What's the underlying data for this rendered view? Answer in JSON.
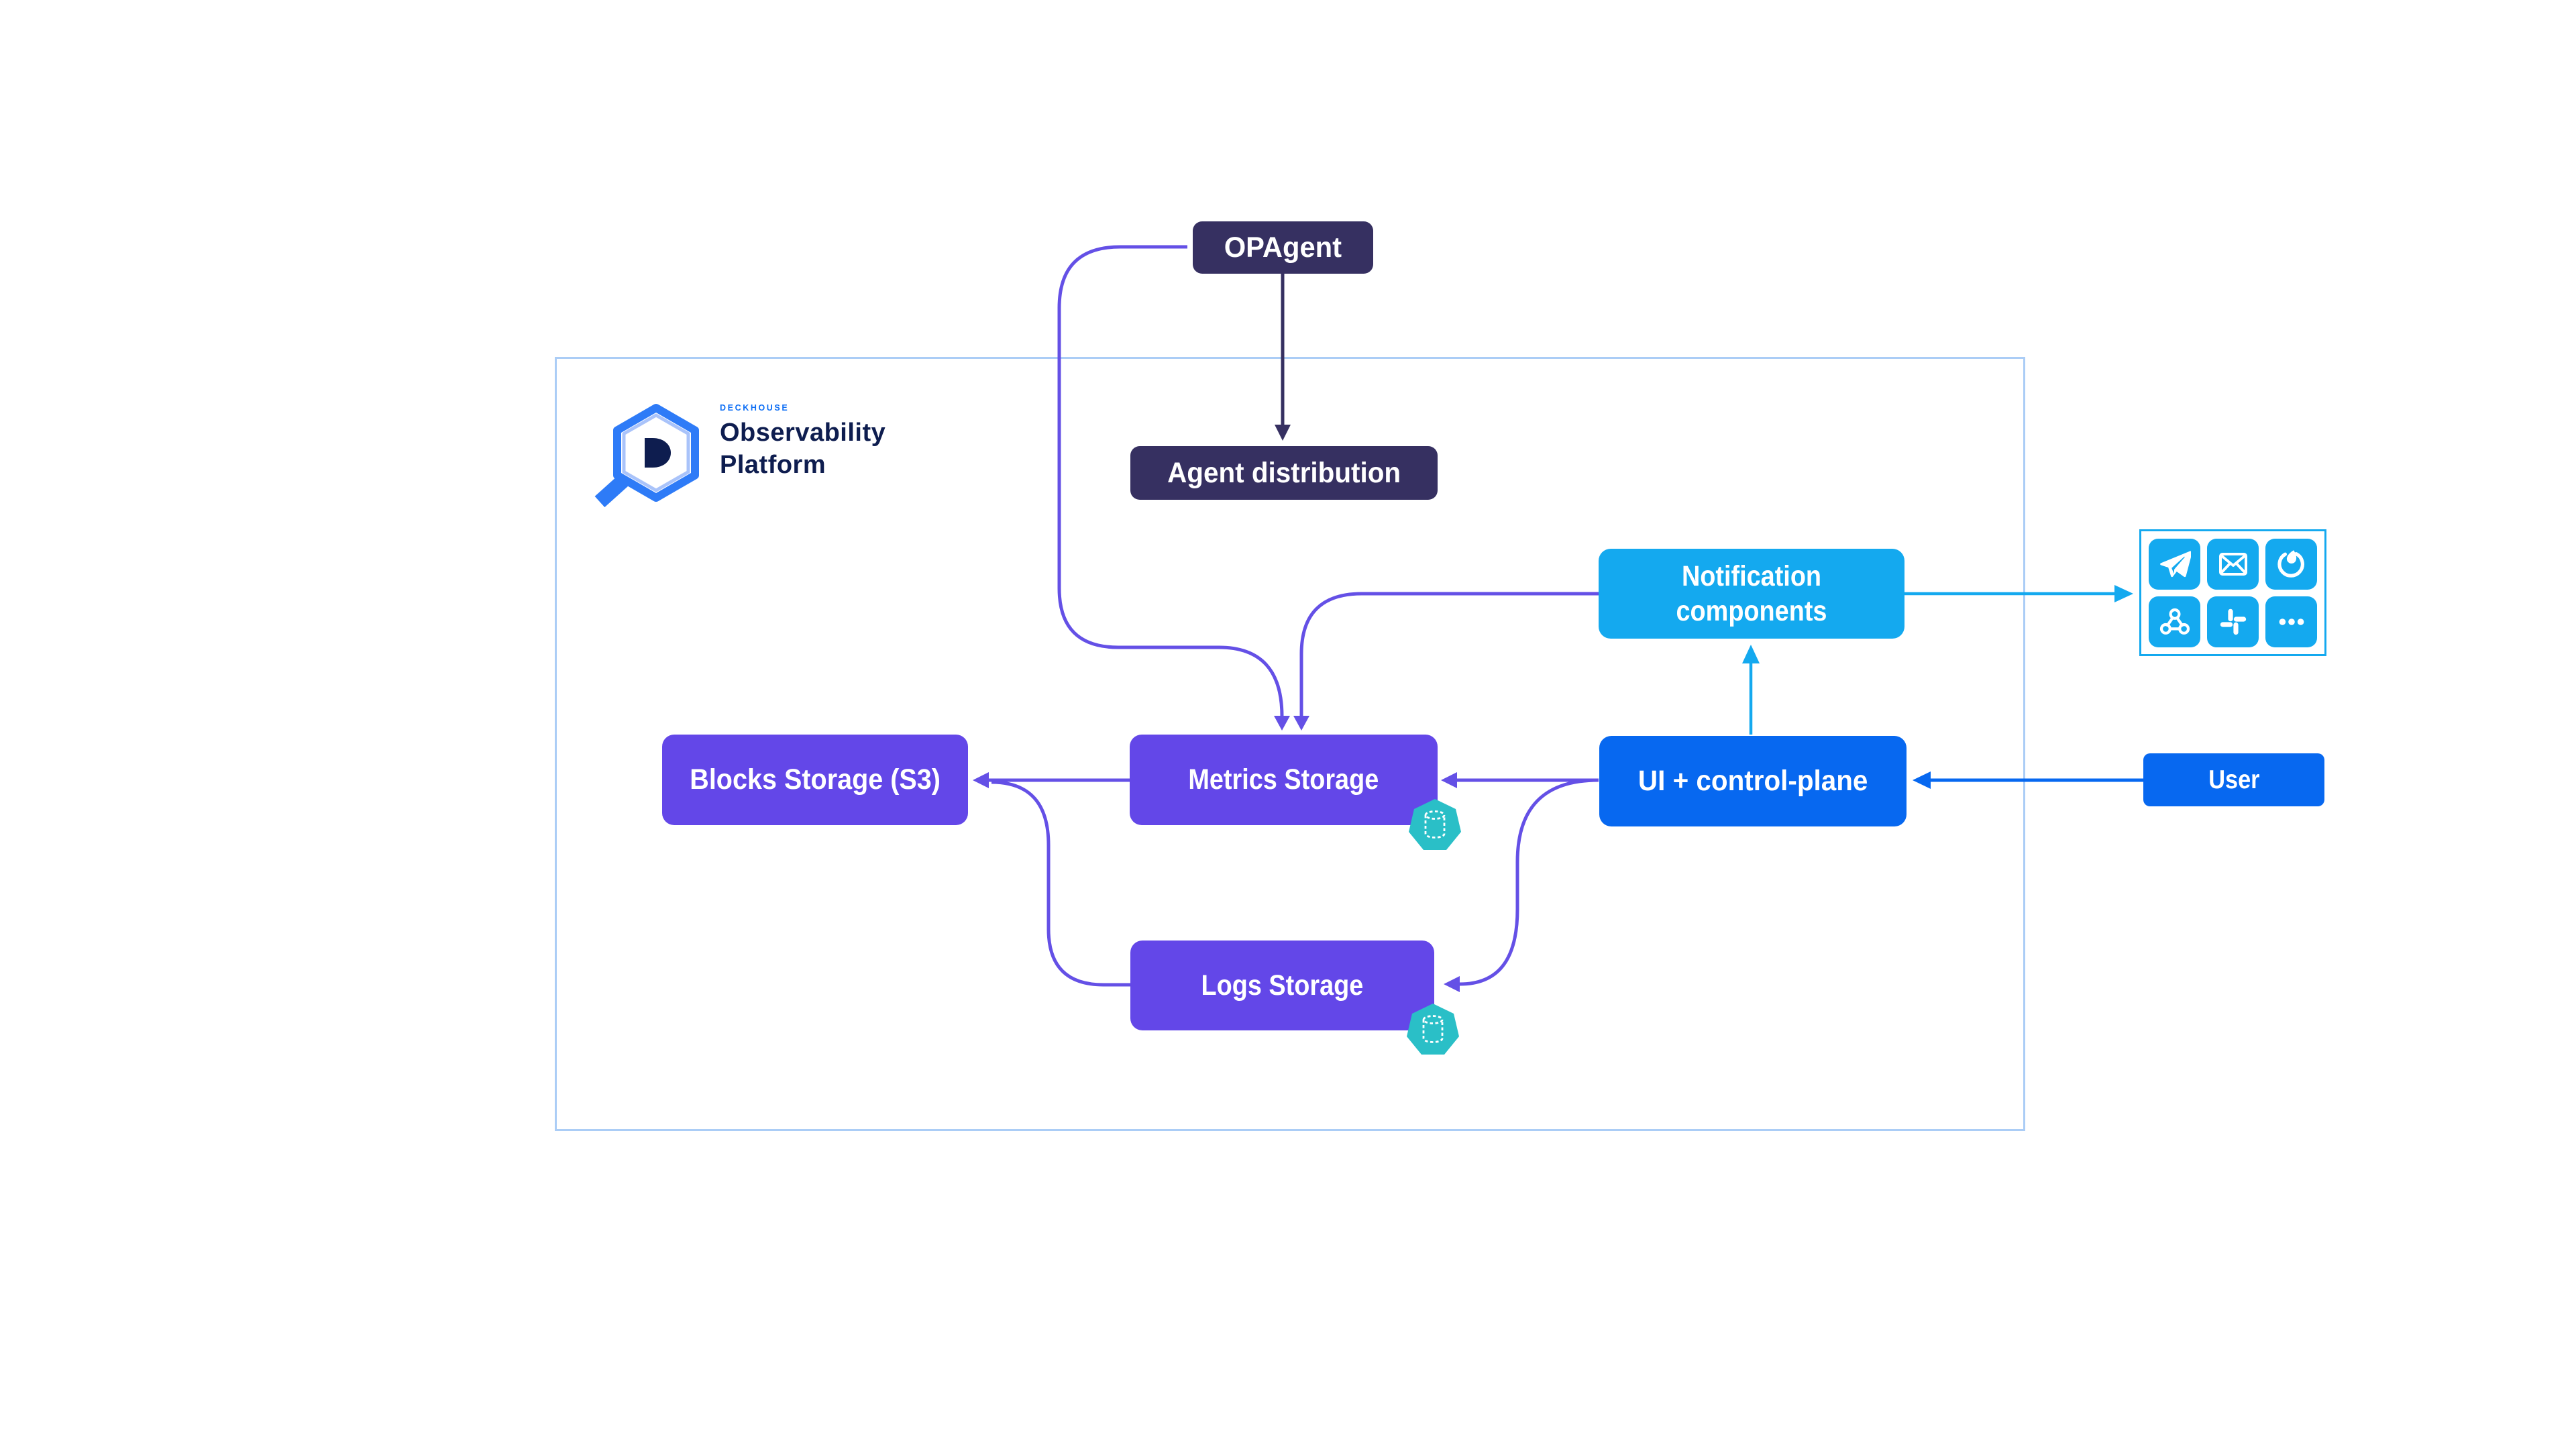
{
  "logo": {
    "brand": "DECKHOUSE",
    "product_line1": "Observability",
    "product_line2": "Platform"
  },
  "nodes": {
    "opagent": {
      "label": "OPAgent"
    },
    "agent_distribution": {
      "label": "Agent distribution"
    },
    "notification_components": {
      "label": "Notification components"
    },
    "blocks_storage": {
      "label": "Blocks Storage (S3)"
    },
    "metrics_storage": {
      "label": "Metrics Storage"
    },
    "ui_control_plane": {
      "label": "UI + control-plane"
    },
    "logs_storage": {
      "label": "Logs Storage"
    },
    "user": {
      "label": "User"
    }
  },
  "notification_channels": [
    "telegram",
    "email",
    "mattermost",
    "webhook",
    "slack",
    "more"
  ],
  "edges": [
    {
      "from": "OPAgent",
      "to": "Agent distribution"
    },
    {
      "from": "OPAgent",
      "to": "Metrics Storage"
    },
    {
      "from": "Notification components",
      "to": "Metrics Storage"
    },
    {
      "from": "Metrics Storage",
      "to": "Blocks Storage (S3)"
    },
    {
      "from": "Logs Storage",
      "to": "Blocks Storage (S3)"
    },
    {
      "from": "UI + control-plane",
      "to": "Metrics Storage"
    },
    {
      "from": "UI + control-plane",
      "to": "Logs Storage"
    },
    {
      "from": "UI + control-plane",
      "to": "Notification components"
    },
    {
      "from": "Notification components",
      "to": "notification channels"
    },
    {
      "from": "User",
      "to": "UI + control-plane"
    }
  ],
  "colors": {
    "purple_box": "#6347e8",
    "purple_line": "#6450e6",
    "dark_navy": "#363061",
    "blue": "#0768f0",
    "cyan": "#14a9ef",
    "teal_badge": "#2abfc7",
    "container_border": "#abcdf6",
    "logo_blue": "#2e7bf7",
    "logo_light": "#a9c3fa",
    "navy_text": "#0e1d4f",
    "brand_blue": "#0d6ef5"
  }
}
